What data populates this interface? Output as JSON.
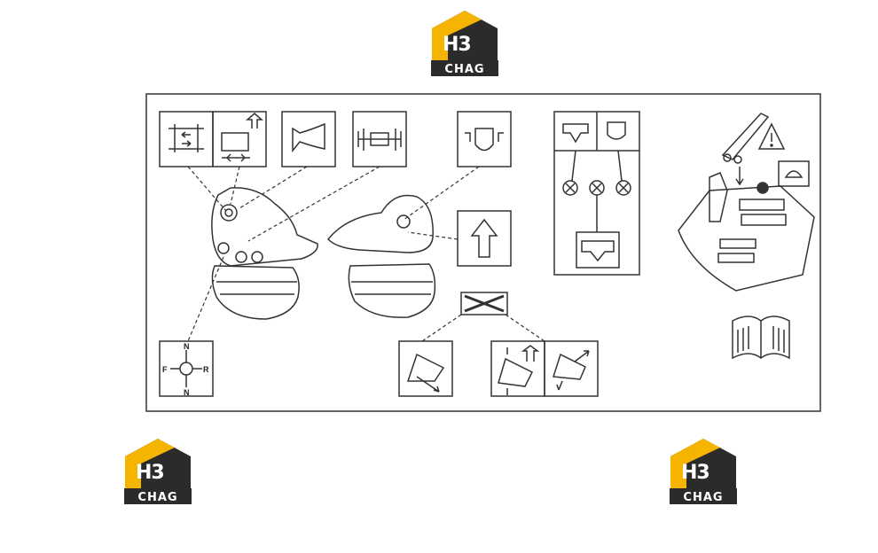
{
  "logos": [
    {
      "top_text": "H3",
      "bottom_text": "CHAG"
    },
    {
      "top_text": "H3",
      "bottom_text": "CHAG"
    },
    {
      "top_text": "H3",
      "bottom_text": "CHAG"
    }
  ],
  "colors": {
    "logo_yellow": "#f5b400",
    "logo_dark": "#2b2b2b",
    "line": "#333333"
  },
  "diagram": {
    "direction_labels": {
      "forward": "F",
      "neutral_top": "N",
      "reverse": "R",
      "neutral_bottom": "N"
    },
    "icons": [
      "axle-lock-icon",
      "frame-lock-icon",
      "horn-icon",
      "axle-float-icon",
      "hydraulic-valve-icon",
      "arrow-up-icon",
      "transmission-panel-icon",
      "manual-book-icon",
      "warning-icon",
      "boom-tilt-icon",
      "boom-up-icon",
      "boom-lower-icon",
      "cross-icon",
      "fnr-icon"
    ]
  }
}
